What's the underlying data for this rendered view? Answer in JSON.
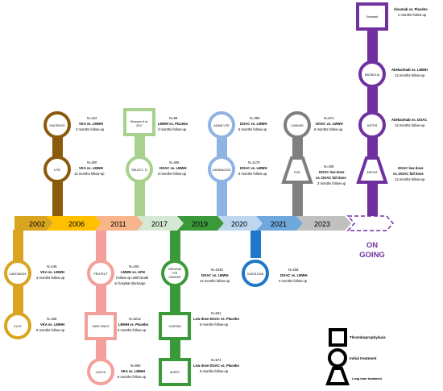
{
  "colors": {
    "brown": "#8B5A0C",
    "green_light": "#A9D18E",
    "blue_light": "#8FB4E3",
    "gray": "#7F7F7F",
    "purple": "#7030A0",
    "gold": "#D9A520",
    "salmon": "#F4A09A",
    "green_dark": "#3A9A3A",
    "blue_dark": "#1F77C8"
  },
  "timeline": {
    "years": [
      "2002",
      "2006",
      "2011",
      "2017",
      "2019",
      "2020",
      "2021",
      "2023"
    ],
    "ongoing_line1": "ON",
    "ongoing_line2": "GOING"
  },
  "trials": {
    "oncenox": {
      "name": "ONCENOX",
      "n": "N=122",
      "comparison": "VKA vs. LMWH",
      "follow": "3 months follow-up"
    },
    "lite": {
      "name": "LITE",
      "n": "N=200",
      "comparison": "VKA vs. LMWH",
      "follow": "12 months follow-up"
    },
    "khorana": {
      "name1": "Khorana et al.",
      "name2": "2017",
      "n": "N=98",
      "comparison": "LMWH vs. Placebo",
      "follow": "3 months follow-up"
    },
    "select_d": {
      "name": "SELECT- D",
      "n": "N=406",
      "comparison": "DOAC vs. LMWH",
      "follow": "6 months follow-up"
    },
    "adam": {
      "name": "ADAM VTE",
      "n": "N=300",
      "comparison": "DOAC vs. LMWH",
      "follow": "6 months follow-up"
    },
    "caravaggio": {
      "name": "CARAVAGGIO",
      "n": "N=1170",
      "comparison": "DOAC vs. LMWH",
      "follow": "6 months follow-up"
    },
    "canvas": {
      "name": "CANVAS",
      "n": "N=671",
      "comparison": "DOAC vs. LMWH",
      "follow": "6 months follow-up"
    },
    "eve": {
      "name": "EVE",
      "n": "N=348",
      "comparison1": "DOAC low dose",
      "comparison2": "vs. DOAC full dose",
      "follow": "3 months follow-up"
    },
    "xisomab": {
      "name": "Xisomab",
      "comparison": "Xisomab vs. Placebo",
      "follow": "2 months follow-up"
    },
    "magnolia": {
      "name": "MAGNOLIA",
      "comparison": "Abelactmab vs. LMWH",
      "follow": "12 months follow-up"
    },
    "aster": {
      "name": "ASTER",
      "comparison": "Abelactmab vs. DOAC",
      "follow": "12 months follow-up"
    },
    "apicat": {
      "name": "APICAT",
      "comparison1": "DOAC low dose",
      "comparison2": "vs. DOAC full dose",
      "follow": "12 months follow-up"
    },
    "canthanox": {
      "name": "CANTHANOX",
      "n": "N=146",
      "comparison": "VKA vs. LMWH",
      "follow": "3 months follow-up"
    },
    "clot": {
      "name": "CLOT",
      "n": "N=336",
      "comparison": "VKA vs. LMWH",
      "follow": "6 months follow-up"
    },
    "protect": {
      "name": "PROTECT",
      "n": "N=150",
      "comparison": "LMWH vs. UFH",
      "follow1": "Follow-up untill Death",
      "follow2": "or hospital discharge"
    },
    "save_onco": {
      "name": "SAVE ONCO",
      "n": "N=3212",
      "comparison": "LMWH vs. Placebo",
      "follow": "6 months follow-up"
    },
    "catch": {
      "name": "CATCH",
      "n": "N=900",
      "comparison": "VKA vs. LMWH",
      "follow": "6 months follow-up"
    },
    "hokusai": {
      "name1": "HOKUSAI",
      "name2": "VTE",
      "name3": "CANCER",
      "n": "N=1046",
      "comparison": "DOAC vs. LMWH",
      "follow": "12 months follow-up"
    },
    "cassini": {
      "name": "CASSINI",
      "n": "N=841",
      "comparison": "Low dose DOAC vs. Placebo",
      "follow": "6 months follow-up"
    },
    "averT": {
      "name": "AVERT",
      "n": "N=574",
      "comparison": "Low dose DOAC vs. Placebo",
      "follow": "6 months follow-up"
    },
    "casta": {
      "name": "CASTA DIVA",
      "n": "N=158",
      "comparison": "DOAC vs. LMWH",
      "follow": "3 months follow-up"
    }
  },
  "legend": {
    "thromboprophylaxis": "Thromboprophylaxis",
    "initial": "Initial treatment",
    "long_term": "Long term treatment"
  }
}
